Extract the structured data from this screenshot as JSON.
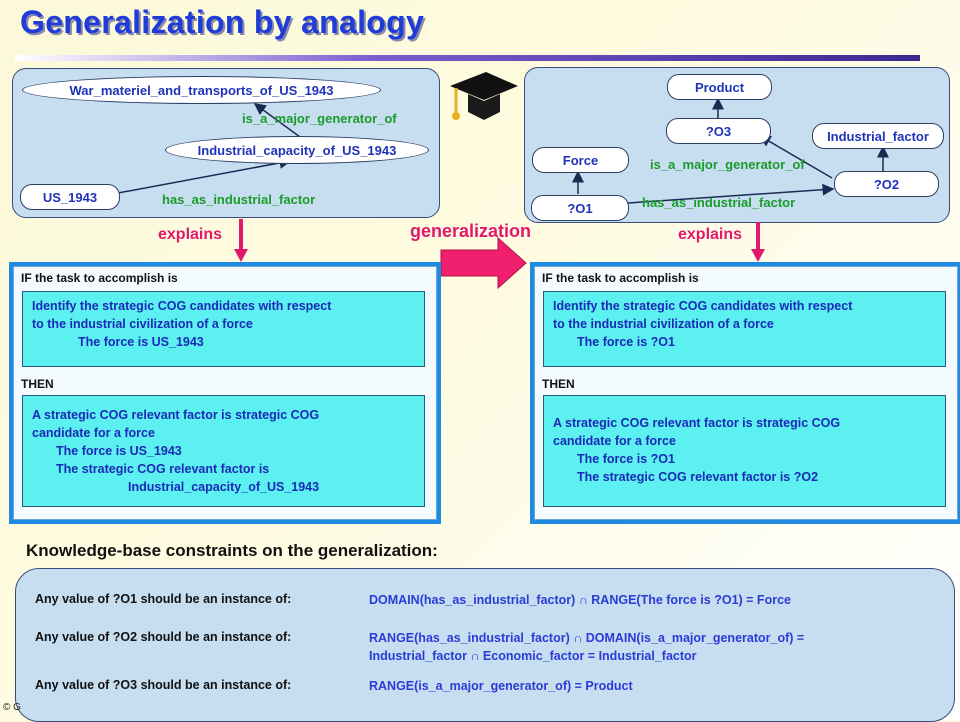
{
  "title": "Generalization by analogy",
  "left_diagram": {
    "node_war": "War_materiel_and_transports_of_US_1943",
    "node_cap": "Industrial_capacity_of_US_1943",
    "node_us": "US_1943",
    "rel_generator": "is_a_major_generator_of",
    "rel_industrial": "has_as_industrial_factor"
  },
  "right_diagram": {
    "node_product": "Product",
    "node_o3": "?O3",
    "node_industrial_factor": "Industrial_factor",
    "node_force": "Force",
    "node_o2": "?O2",
    "node_o1": "?O1",
    "rel_generator": "is_a_major_generator_of",
    "rel_industrial": "has_as_industrial_factor"
  },
  "explains_label": "explains",
  "generalization_label": "generalization",
  "left_rule": {
    "if_label": "IF the task to accomplish is",
    "if_lines": [
      "Identify the strategic COG candidates with respect",
      "to the industrial civilization of a force",
      "The force is US_1943"
    ],
    "then_label": "THEN",
    "then_lines": [
      "A strategic COG relevant factor is strategic COG",
      "candidate for a force",
      "The force is US_1943",
      "The strategic COG relevant factor is",
      "Industrial_capacity_of_US_1943"
    ]
  },
  "right_rule": {
    "if_label": "IF the task to accomplish is",
    "if_lines": [
      "Identify the strategic COG candidates with respect",
      "to the industrial civilization of a force",
      "The force is ?O1"
    ],
    "then_label": "THEN",
    "then_lines": [
      "A strategic COG relevant factor is strategic COG",
      "candidate for a force",
      "The force is ?O1",
      "The strategic COG relevant factor is ?O2"
    ]
  },
  "kb": {
    "title": "Knowledge-base constraints on the generalization:",
    "c1_lead": "Any value of ?O1 should be an instance of:",
    "c1_val": "DOMAIN(has_as_industrial_factor) ∩ RANGE(The force is ?O1) = Force",
    "c2_lead": "Any value of ?O2 should be an instance of:",
    "c2_val1": "RANGE(has_as_industrial_factor) ∩ DOMAIN(is_a_major_generator_of) =",
    "c2_val2": "Industrial_factor ∩ Economic_factor = Industrial_factor",
    "c3_lead": "Any value of ?O3 should be an instance of:",
    "c3_val": "RANGE(is_a_major_generator_of) = Product"
  },
  "footer_copy": "© G"
}
